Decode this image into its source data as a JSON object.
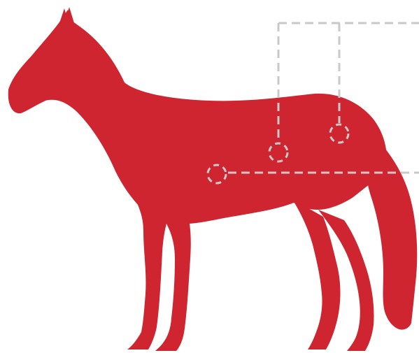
{
  "colors": {
    "background": "#ffffff",
    "horse": "#cf2530",
    "callout": "#c9c9c9"
  },
  "figure": {
    "subject": "horse-silhouette",
    "markers": [
      {
        "name": "marker-upper-right"
      },
      {
        "name": "marker-mid"
      },
      {
        "name": "marker-lower-left"
      }
    ]
  }
}
